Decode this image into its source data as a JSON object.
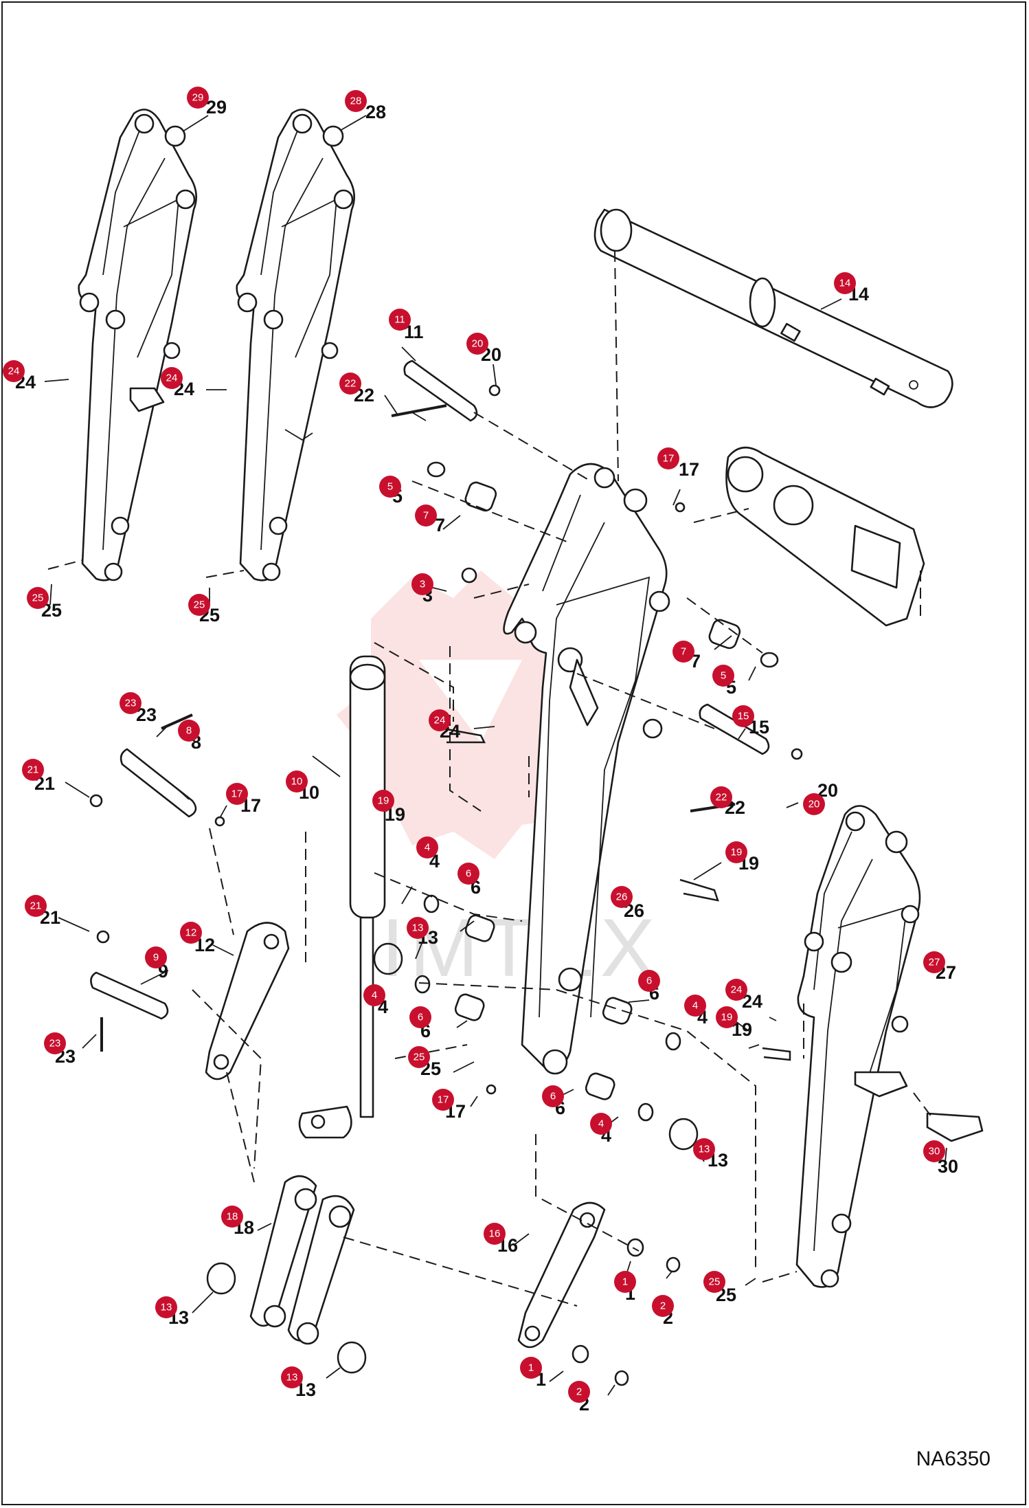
{
  "diagram": {
    "drawing_code": "NA6350",
    "watermark_text": "IMTEX",
    "accent_color": "#c8102e",
    "parts": [
      {
        "id": "29",
        "label": "29"
      },
      {
        "id": "28",
        "label": "28"
      },
      {
        "id": "14",
        "label": "14"
      },
      {
        "id": "24a",
        "label": "24"
      },
      {
        "id": "24b",
        "label": "24"
      },
      {
        "id": "11",
        "label": "11"
      },
      {
        "id": "20a",
        "label": "20"
      },
      {
        "id": "22a",
        "label": "22"
      },
      {
        "id": "17a",
        "label": "17"
      },
      {
        "id": "5a",
        "label": "5"
      },
      {
        "id": "7a",
        "label": "7"
      },
      {
        "id": "3",
        "label": "3"
      },
      {
        "id": "25a",
        "label": "25"
      },
      {
        "id": "25b",
        "label": "25"
      },
      {
        "id": "7b",
        "label": "7"
      },
      {
        "id": "5b",
        "label": "5"
      },
      {
        "id": "24c",
        "label": "24"
      },
      {
        "id": "15",
        "label": "15"
      },
      {
        "id": "23a",
        "label": "23"
      },
      {
        "id": "8",
        "label": "8"
      },
      {
        "id": "10",
        "label": "10"
      },
      {
        "id": "19a",
        "label": "19"
      },
      {
        "id": "21a",
        "label": "21"
      },
      {
        "id": "17b",
        "label": "17"
      },
      {
        "id": "20b",
        "label": "20"
      },
      {
        "id": "22b",
        "label": "22"
      },
      {
        "id": "4a",
        "label": "4"
      },
      {
        "id": "6a",
        "label": "6"
      },
      {
        "id": "19b",
        "label": "19"
      },
      {
        "id": "26",
        "label": "26"
      },
      {
        "id": "21b",
        "label": "21"
      },
      {
        "id": "12",
        "label": "12"
      },
      {
        "id": "13a",
        "label": "13"
      },
      {
        "id": "9",
        "label": "9"
      },
      {
        "id": "27",
        "label": "27"
      },
      {
        "id": "6b",
        "label": "6"
      },
      {
        "id": "4b",
        "label": "4"
      },
      {
        "id": "24d",
        "label": "24"
      },
      {
        "id": "4c",
        "label": "4"
      },
      {
        "id": "19c",
        "label": "19"
      },
      {
        "id": "23b",
        "label": "23"
      },
      {
        "id": "6c",
        "label": "6"
      },
      {
        "id": "25c",
        "label": "25"
      },
      {
        "id": "17c",
        "label": "17"
      },
      {
        "id": "6d",
        "label": "6"
      },
      {
        "id": "4d",
        "label": "4"
      },
      {
        "id": "13b",
        "label": "13"
      },
      {
        "id": "30",
        "label": "30"
      },
      {
        "id": "18",
        "label": "18"
      },
      {
        "id": "16",
        "label": "16"
      },
      {
        "id": "1a",
        "label": "1"
      },
      {
        "id": "2a",
        "label": "2"
      },
      {
        "id": "25d",
        "label": "25"
      },
      {
        "id": "13c",
        "label": "13"
      },
      {
        "id": "13d",
        "label": "13"
      },
      {
        "id": "1b",
        "label": "1"
      },
      {
        "id": "2b",
        "label": "2"
      }
    ]
  }
}
